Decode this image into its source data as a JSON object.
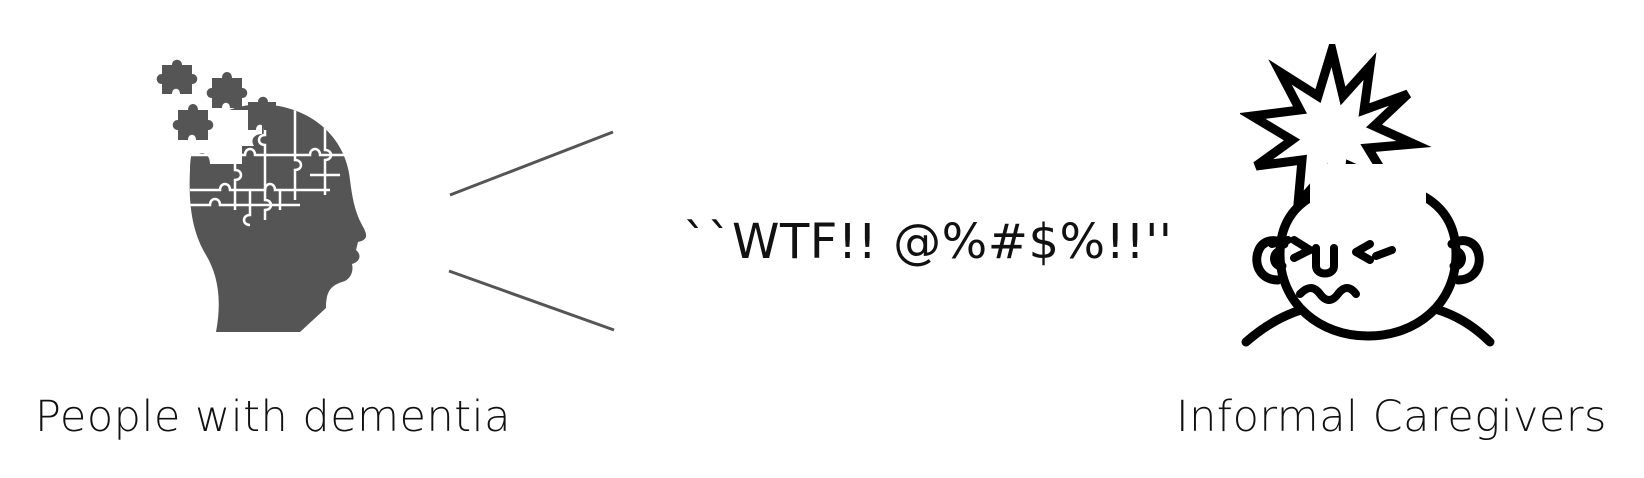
{
  "left_figure": {
    "label": "People with dementia",
    "icon": "puzzle-head-icon",
    "color": "#555555"
  },
  "right_figure": {
    "label": "Informal Caregivers",
    "icon": "frustrated-face-icon",
    "color": "#000000"
  },
  "speech": {
    "text": "``WTF!! @%#$%!!''"
  },
  "connector": {
    "color": "#555555"
  }
}
